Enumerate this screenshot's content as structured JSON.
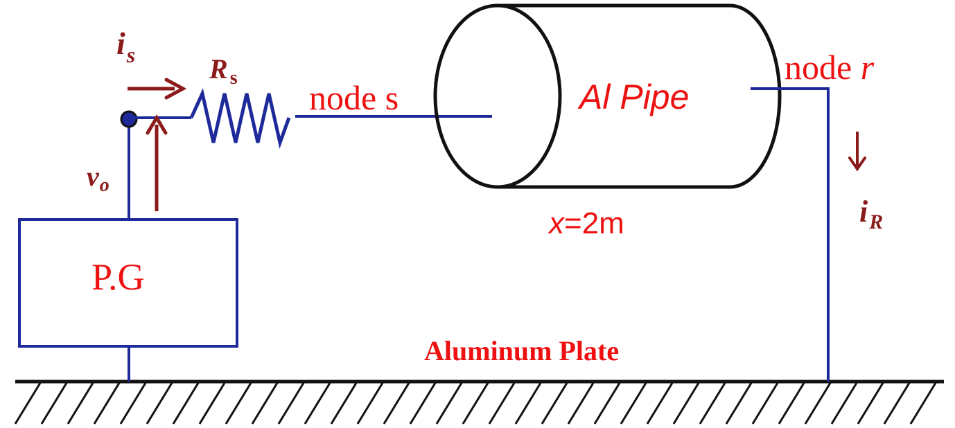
{
  "colors": {
    "wire": "#1e2a9a",
    "outline": "#111111",
    "label_red": "#ee1111",
    "label_dark": "#8b1a1a",
    "node_dot": "#1e2a9a",
    "ground": "#111111"
  },
  "labels": {
    "is_main": "i",
    "is_sub": "s",
    "rs_main": "R",
    "rs_sub": "s",
    "vo_main": "v",
    "vo_sub": "o",
    "ir_main": "i",
    "ir_sub": "R",
    "node_s": "node s",
    "node_r_prefix": "node ",
    "node_r_var": "r",
    "pipe": "Al Pipe",
    "length_var": "x",
    "length_value": "=2m",
    "generator": "P.G",
    "plate": "Aluminum Plate"
  }
}
